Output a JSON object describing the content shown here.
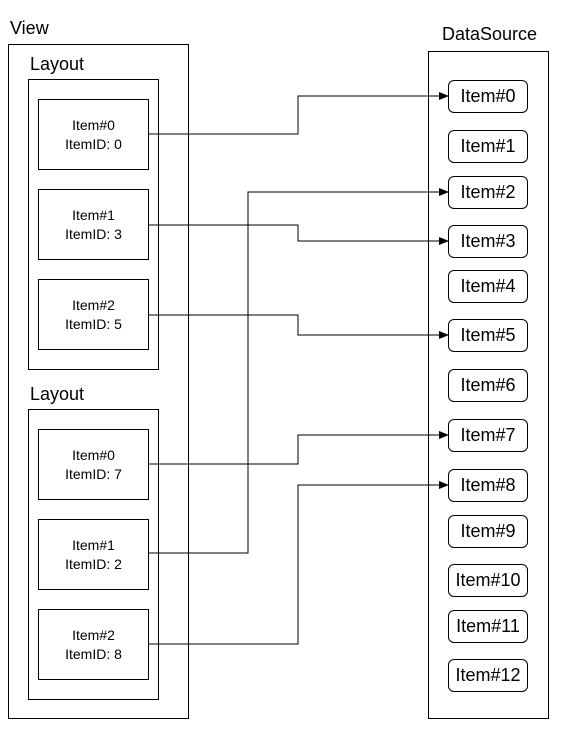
{
  "view": {
    "title": "View",
    "layouts": [
      {
        "title": "Layout",
        "items": [
          {
            "name": "Item#0",
            "id_text": "ItemID: 0"
          },
          {
            "name": "Item#1",
            "id_text": "ItemID: 3"
          },
          {
            "name": "Item#2",
            "id_text": "ItemID: 5"
          }
        ]
      },
      {
        "title": "Layout",
        "items": [
          {
            "name": "Item#0",
            "id_text": "ItemID: 7"
          },
          {
            "name": "Item#1",
            "id_text": "ItemID: 2"
          },
          {
            "name": "Item#2",
            "id_text": "ItemID: 8"
          }
        ]
      }
    ]
  },
  "datasource": {
    "title": "DataSource",
    "items": [
      "Item#0",
      "Item#1",
      "Item#2",
      "Item#3",
      "Item#4",
      "Item#5",
      "Item#6",
      "Item#7",
      "Item#8",
      "Item#9",
      "Item#10",
      "Item#11",
      "Item#12"
    ]
  }
}
